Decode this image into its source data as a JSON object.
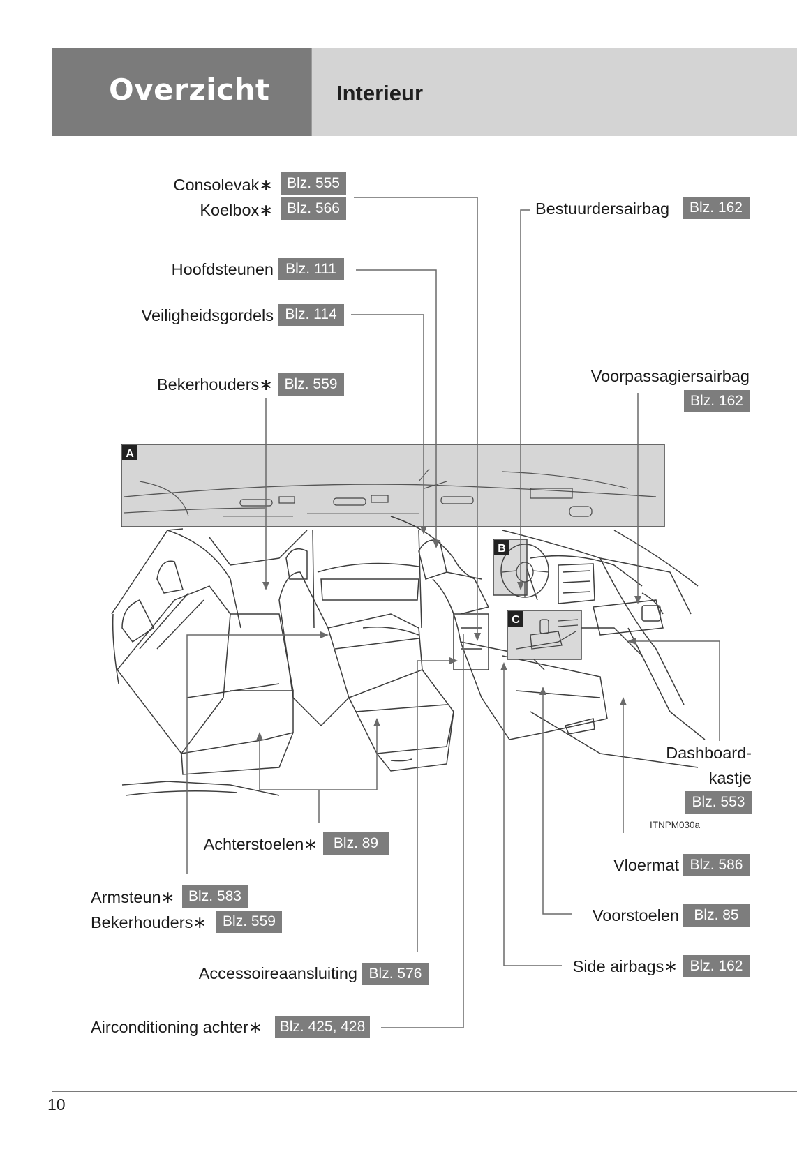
{
  "header": {
    "section_title": "Overzicht",
    "subsection_title": "Interieur"
  },
  "callouts": {
    "consolevak": {
      "label": "Consolevak",
      "page": "Blz. 555"
    },
    "koelbox": {
      "label": "Koelbox",
      "page": "Blz. 566"
    },
    "hoofdsteunen": {
      "label": "Hoofdsteunen",
      "page": "Blz. 111"
    },
    "veiligheidsgordels": {
      "label": "Veiligheidsgordels",
      "page": "Blz. 114"
    },
    "bekerhouders_top": {
      "label": "Bekerhouders",
      "page": "Blz. 559"
    },
    "bestuurdersairbag": {
      "label": "Bestuurdersairbag",
      "page": "Blz. 162"
    },
    "voorpassagiersairbag": {
      "label": "Voorpassagiersairbag",
      "page": "Blz. 162"
    },
    "dashboardkastje": {
      "label_line1": "Dashboard-",
      "label_line2": "kastje",
      "page": "Blz. 553"
    },
    "achterstoelen": {
      "label": "Achterstoelen",
      "page": "Blz. 89"
    },
    "armsteun": {
      "label": "Armsteun",
      "page": "Blz. 583"
    },
    "bekerhouders_bottom": {
      "label": "Bekerhouders",
      "page": "Blz. 559"
    },
    "accessoireaansluiting": {
      "label": "Accessoireaansluiting",
      "page": "Blz. 576"
    },
    "airconditioning_achter": {
      "label": "Airconditioning achter",
      "page": "Blz. 425, 428"
    },
    "vloermat": {
      "label": "Vloermat",
      "page": "Blz. 586"
    },
    "voorstoelen": {
      "label": "Voorstoelen",
      "page": "Blz. 85"
    },
    "side_airbags": {
      "label": "Side airbags",
      "page": "Blz. 162"
    }
  },
  "optional_marker": "∗",
  "insets": {
    "a": "A",
    "b": "B",
    "c": "C"
  },
  "figure_id": "ITNPM030a",
  "page_number": "10"
}
